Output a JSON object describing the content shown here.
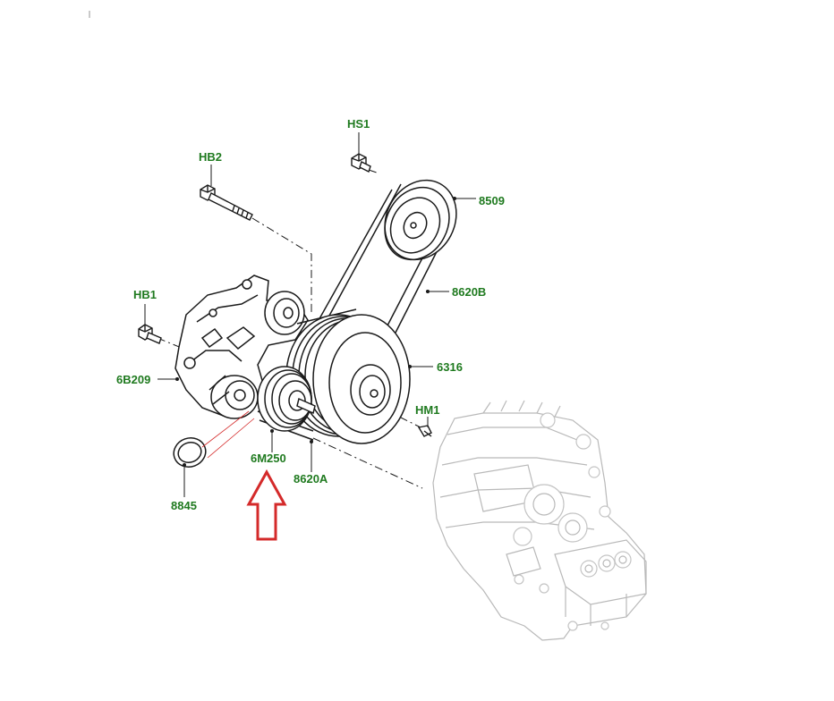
{
  "colors": {
    "label": "#1f7a1f",
    "line": "#1a1a1a",
    "ghost": "#bdbdbd",
    "arrow": "#d42a2a",
    "tick": "#b8b8b8"
  },
  "labels": {
    "hs1": "HS1",
    "hb2": "HB2",
    "hb1": "HB1",
    "l8509": "8509",
    "l8620b": "8620B",
    "l6316": "6316",
    "l6b209": "6B209",
    "hm1": "HM1",
    "l6m250": "6M250",
    "l8620a": "8620A",
    "l8845": "8845"
  },
  "icons": {
    "arrow": "up-arrow-outline-icon",
    "tick": "corner-tick-mark-icon"
  }
}
